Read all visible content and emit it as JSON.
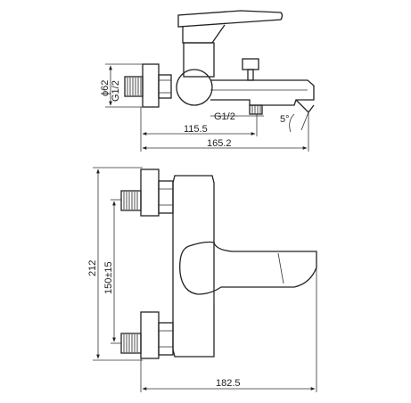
{
  "dimensions": {
    "diameter": "ϕ62",
    "thread_top": "G1/2",
    "thread_bottom": "G1/2",
    "width_inner": "115.5",
    "width_outer": "165.2",
    "angle": "5°",
    "height_total": "212",
    "centers": "150±15",
    "length_front": "182.5"
  },
  "colors": {
    "line": "#222222",
    "background": "#ffffff"
  }
}
